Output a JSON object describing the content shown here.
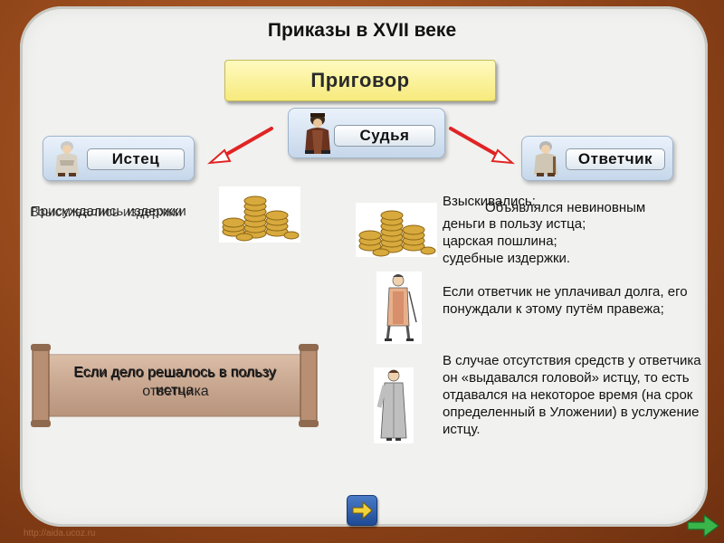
{
  "slide": {
    "title": "Приказы в XVII веке"
  },
  "verdict": {
    "label": "Приговор"
  },
  "roles": {
    "judge": "Судья",
    "plaintiff": "Истец",
    "defendant": "Ответчик"
  },
  "left_column": {
    "overlapping_phrase_a": "Присуждались издержки",
    "overlapping_phrase_b": "Взыскивались издержки",
    "scroll_text_a": "Если дело решалось в пользу истца",
    "scroll_text_b": "Если дело решалось в пользу ответчика"
  },
  "right_column": {
    "overlay_heading_a": "Взыскивались:",
    "overlay_heading_b": "Объявлялся невиновным",
    "list_line_1": "деньги в пользу истца;",
    "list_line_2": "царская пошлина;",
    "list_line_3": "судебные издержки.",
    "paragraph_pravezh": "Если ответчик не уплачивал долга, его понуждали к этому путём правежа;",
    "paragraph_vydacha": "В случае отсутствия средств у ответчика он «выдавался головой» истцу, то есть отдавался на некоторое время  (на срок определенный в Уложении) в услужение истцу."
  },
  "footer": {
    "watermark": "http://aida.ucoz.ru"
  },
  "icons": {
    "nav": "arrow-right-icon",
    "corner": "next-slide-icon",
    "judge": "judge-figure-icon",
    "plaintiff": "plaintiff-figure-icon",
    "defendant": "defendant-figure-icon"
  },
  "colors": {
    "background": "#9a4f22",
    "panel": "#f1f1ef",
    "verdict_fill": "#fcf49c",
    "role_fill": "#d6e3f2",
    "arrow_red": "#e02424",
    "nav_blue": "#2a5aa8"
  }
}
